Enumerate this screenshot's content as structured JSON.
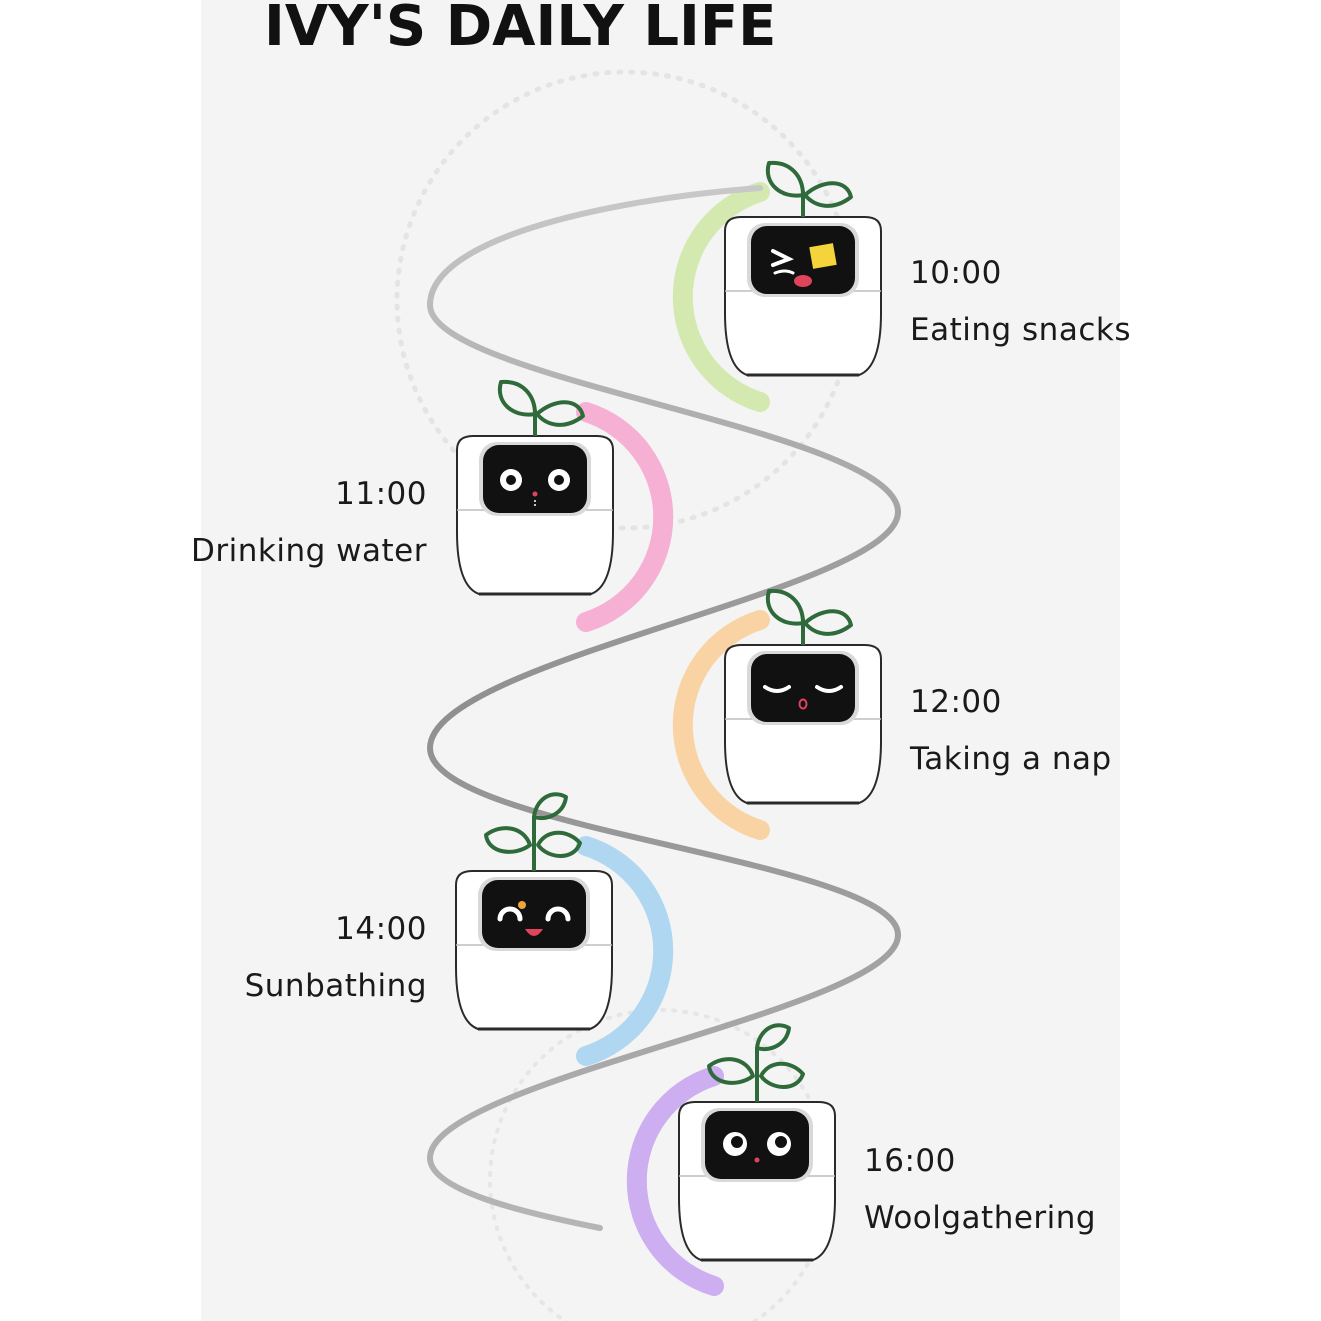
{
  "title": "IVY'S DAILY LIFE",
  "schedule": [
    {
      "time": "10:00",
      "activity": "Eating snacks",
      "face": "wink-snack-face-icon",
      "accent": "#cfe8a8"
    },
    {
      "time": "11:00",
      "activity": "Drinking water",
      "face": "surprised-face-icon",
      "accent": "#f6a8cf"
    },
    {
      "time": "12:00",
      "activity": "Taking a nap",
      "face": "sleeping-face-icon",
      "accent": "#fbcf9b"
    },
    {
      "time": "14:00",
      "activity": "Sunbathing",
      "face": "happy-face-icon",
      "accent": "#a9d4f2"
    },
    {
      "time": "16:00",
      "activity": "Woolgathering",
      "face": "daydream-face-icon",
      "accent": "#c9a6f1"
    }
  ],
  "colors": {
    "background": "#f4f4f4",
    "leaf": "#2f6b3a",
    "path": "#9a9a9a",
    "screen": "#111111"
  }
}
